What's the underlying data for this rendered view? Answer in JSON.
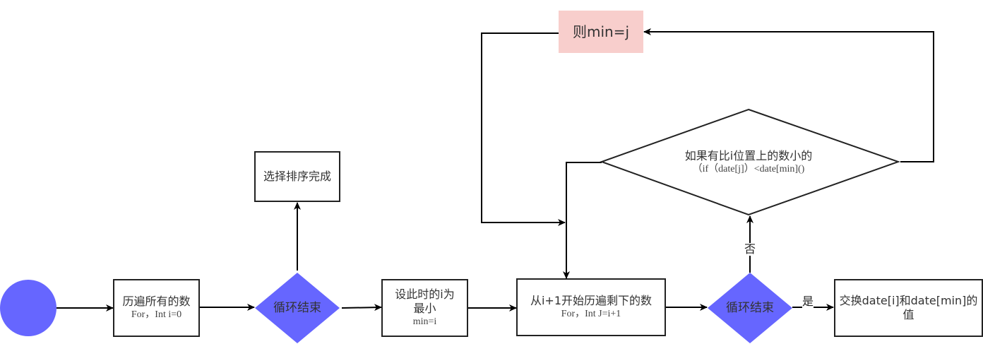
{
  "diagram": {
    "title": "选择排序流程图",
    "colors": {
      "start_fill": "#6666ff",
      "decision_fill": "#6666ff",
      "highlight_fill": "#f8cecc",
      "stroke": "#222222"
    },
    "nodes": {
      "start": {
        "shape": "circle",
        "text": ""
      },
      "outer_loop": {
        "shape": "rect",
        "line1": "历遍所有的数",
        "line2": "For，Int i=0"
      },
      "outer_check": {
        "shape": "diamond",
        "text": "循环结束"
      },
      "done": {
        "shape": "rect",
        "text": "选择排序完成"
      },
      "set_min": {
        "shape": "rect",
        "line1": "设此时的i为",
        "line2": "最小",
        "line3": "min=i"
      },
      "inner_loop": {
        "shape": "rect",
        "line1": "从i+1开始历遍剩下的数",
        "line2": "For，Int J=i+1"
      },
      "inner_check": {
        "shape": "diamond",
        "text": "循环结束"
      },
      "swap": {
        "shape": "rect",
        "line1": "交换date[i]和date[min]的",
        "line2": "值"
      },
      "compare": {
        "shape": "diamond",
        "line1": "如果有比i位置上的数小的",
        "line2": "（if（date[j]）<date[min]()"
      },
      "assign": {
        "shape": "rect",
        "text": "则min=j"
      }
    },
    "edge_labels": {
      "yes": "是",
      "no": "否"
    },
    "edges": [
      {
        "from": "start",
        "to": "outer_loop"
      },
      {
        "from": "outer_loop",
        "to": "outer_check"
      },
      {
        "from": "outer_check",
        "to": "done"
      },
      {
        "from": "outer_check",
        "to": "set_min"
      },
      {
        "from": "set_min",
        "to": "inner_loop"
      },
      {
        "from": "inner_loop",
        "to": "inner_check"
      },
      {
        "from": "inner_check",
        "to": "swap",
        "label": "是"
      },
      {
        "from": "inner_check",
        "to": "compare",
        "label": "否"
      },
      {
        "from": "compare",
        "to": "assign"
      },
      {
        "from": "compare",
        "to": "inner_loop"
      },
      {
        "from": "assign",
        "to": "inner_loop"
      }
    ]
  }
}
